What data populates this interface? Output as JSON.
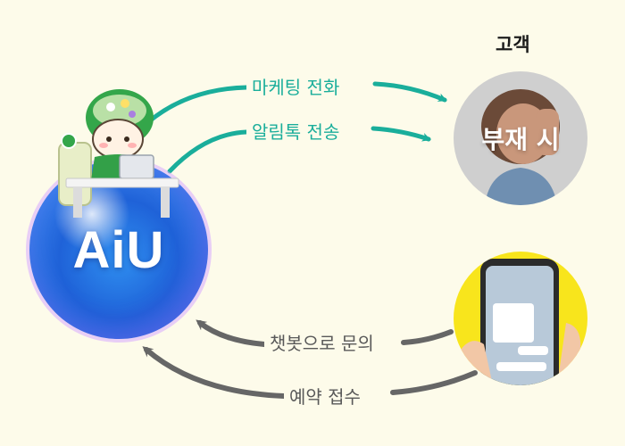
{
  "customer": {
    "title": "고객"
  },
  "absent_label": "부재 시",
  "platform": {
    "name": "AiU"
  },
  "flows": {
    "marketing_call": "마케팅 전화",
    "alimtalk_send": "알림톡 전송",
    "chatbot_inquiry": "챗봇으로 문의",
    "reservation": "예약 접수"
  },
  "colors": {
    "background": "#fdfbea",
    "outbound_arrow": "#1aae9b",
    "inbound_arrow": "#666666",
    "phone_bg": "#f8e51c",
    "absent_bg": "#cfcfcf"
  }
}
